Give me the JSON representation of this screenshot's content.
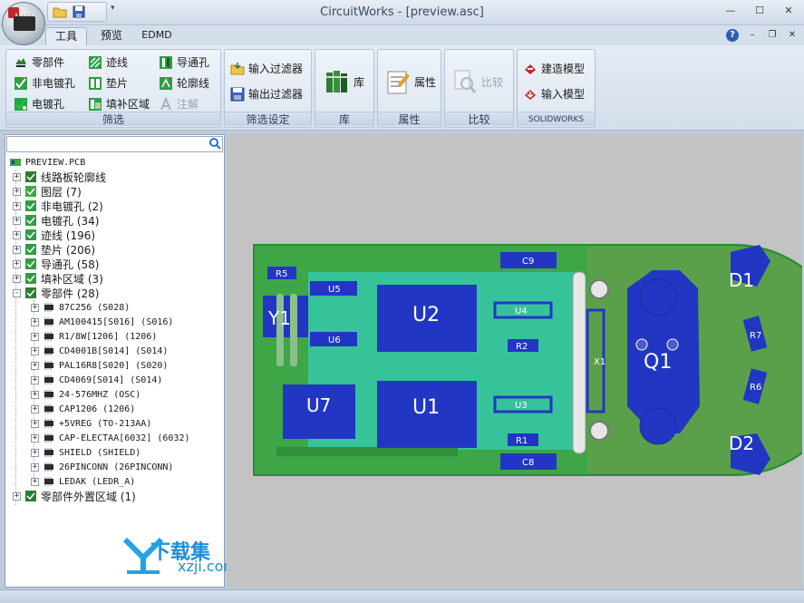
{
  "window": {
    "title": "CircuitWorks - [preview.asc]"
  },
  "tabs": [
    "工具",
    "预览",
    "EDMD"
  ],
  "ribbon": {
    "filter": {
      "label": "筛选",
      "buttons": [
        "零部件",
        "迹线",
        "导通孔",
        "非电镀孔",
        "垫片",
        "轮廓线",
        "电镀孔",
        "填补区域",
        "注解"
      ]
    },
    "filter_settings": {
      "label": "筛选设定",
      "import": "输入过滤器",
      "export": "输出过滤器"
    },
    "library": {
      "label": "库",
      "button": "库"
    },
    "properties": {
      "label": "属性",
      "button": "属性"
    },
    "compare": {
      "label": "比较",
      "button": "比较"
    },
    "solidworks": {
      "label": "SOLIDWORKS",
      "build": "建造模型",
      "import": "输入模型"
    }
  },
  "tree": {
    "root": "PREVIEW.PCB",
    "items": [
      {
        "label": "线路板轮廓线",
        "indent": 1,
        "expander": "+"
      },
      {
        "label": "图层  (7)",
        "indent": 1,
        "expander": "+"
      },
      {
        "label": "非电镀孔  (2)",
        "indent": 1,
        "expander": "+"
      },
      {
        "label": "电镀孔  (34)",
        "indent": 1,
        "expander": "+"
      },
      {
        "label": "迹线  (196)",
        "indent": 1,
        "expander": "+"
      },
      {
        "label": "垫片  (206)",
        "indent": 1,
        "expander": "+"
      },
      {
        "label": "导通孔  (58)",
        "indent": 1,
        "expander": "+"
      },
      {
        "label": "填补区域  (3)",
        "indent": 1,
        "expander": "+"
      },
      {
        "label": "零部件  (28)",
        "indent": 1,
        "expander": "-"
      },
      {
        "label": "87C256  (S028)",
        "indent": 2,
        "expander": "+"
      },
      {
        "label": "AM100415[S016]  (S016)",
        "indent": 2,
        "expander": "+"
      },
      {
        "label": "R1/8W[1206]  (1206)",
        "indent": 2,
        "expander": "+"
      },
      {
        "label": "CD4001B[S014]  (S014)",
        "indent": 2,
        "expander": "+"
      },
      {
        "label": "PAL16R8[S020]  (S020)",
        "indent": 2,
        "expander": "+"
      },
      {
        "label": "CD4069[S014]  (S014)",
        "indent": 2,
        "expander": "+"
      },
      {
        "label": "24-576MHZ  (OSC)",
        "indent": 2,
        "expander": "+"
      },
      {
        "label": "CAP1206  (1206)",
        "indent": 2,
        "expander": "+"
      },
      {
        "label": "+5VREG  (TO-213AA)",
        "indent": 2,
        "expander": "+"
      },
      {
        "label": "CAP-ELECTAA[6032]  (6032)",
        "indent": 2,
        "expander": "+"
      },
      {
        "label": "SHIELD  (SHIELD)",
        "indent": 2,
        "expander": "+"
      },
      {
        "label": "26PINCONN  (26PINCONN)",
        "indent": 2,
        "expander": "+"
      },
      {
        "label": "LEDAK  (LEDR_A)",
        "indent": 2,
        "expander": "+"
      },
      {
        "label": "零部件外置区域  (1)",
        "indent": 1,
        "expander": "+"
      }
    ]
  },
  "pcb": {
    "labels": {
      "R5": "R5",
      "U5": "U5",
      "Y1": "Y1",
      "U6": "U6",
      "U2": "U2",
      "U4": "U4",
      "R2": "R2",
      "C9": "C9",
      "U7": "U7",
      "U1": "U1",
      "U3": "U3",
      "R1": "R1",
      "C8": "C8",
      "X1": "X1",
      "Q1": "Q1",
      "D1": "D1",
      "R7": "R7",
      "R6": "R6",
      "D2": "D2"
    }
  },
  "watermark": {
    "brand": "下载集",
    "url": "xzji.com"
  },
  "colors": {
    "board": "#3ea646",
    "board_light": "#37c39a",
    "component": "#2236c4",
    "canvas": "#c3c3c3"
  }
}
